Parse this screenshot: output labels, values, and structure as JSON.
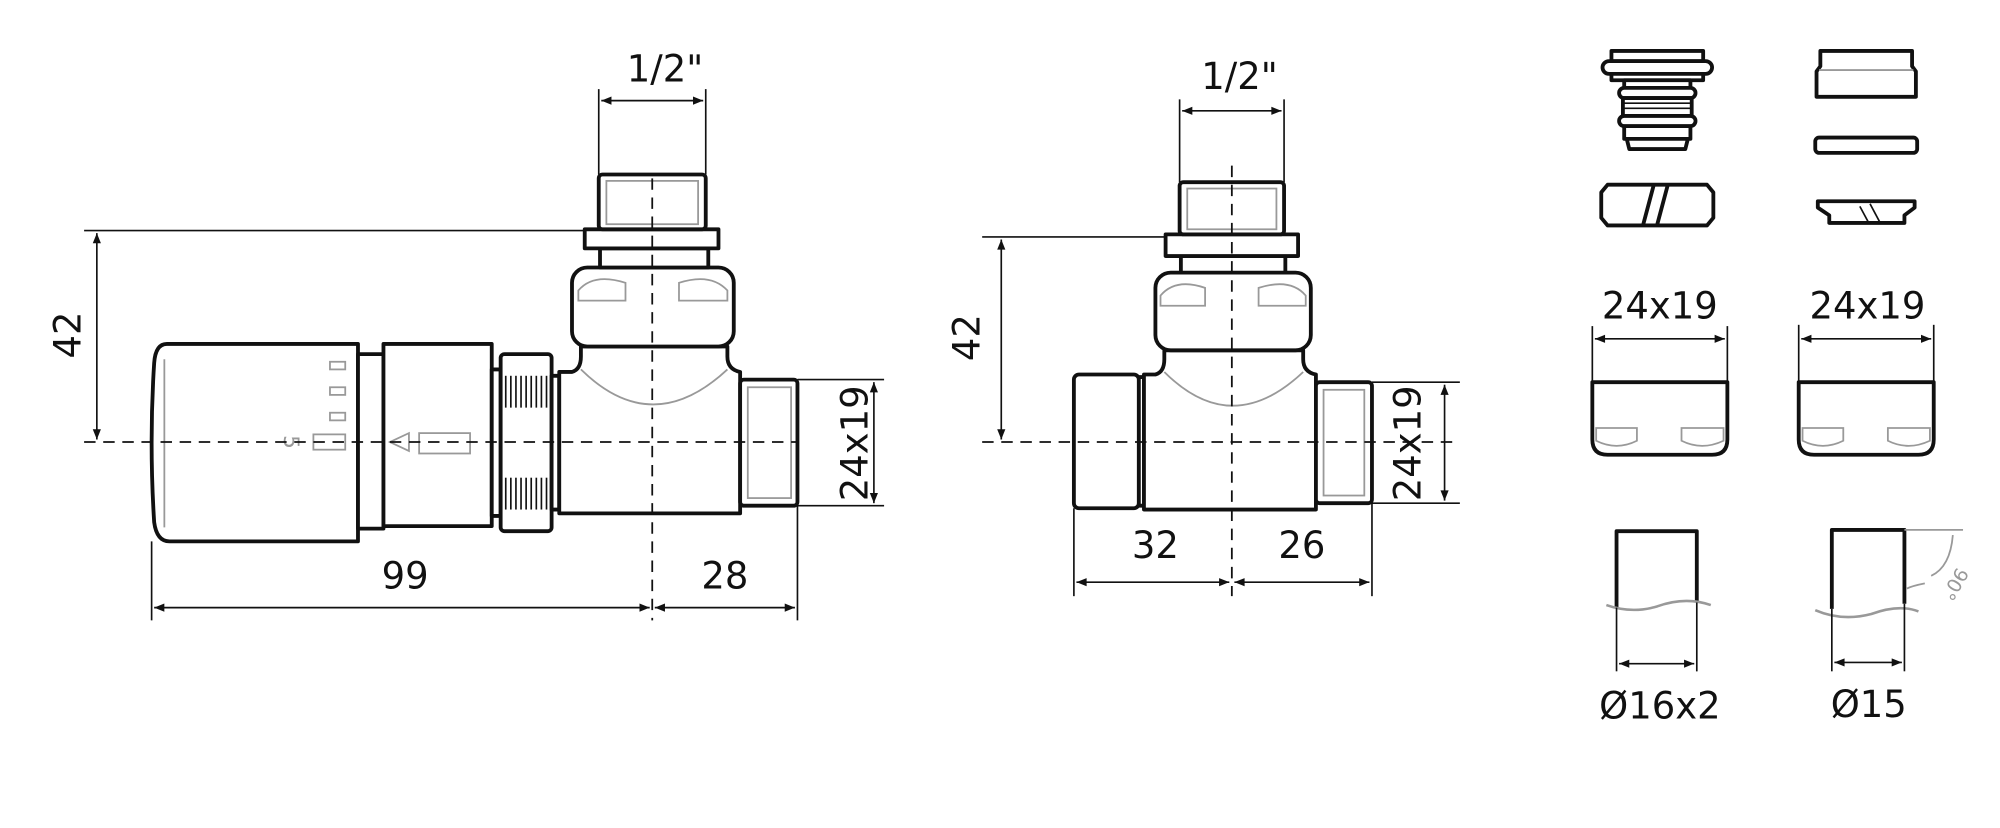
{
  "left_view": {
    "thread_label": "1/2\"",
    "height_label": "42",
    "outlet_label": "24x19",
    "length_label": "99",
    "outlet_length_label": "28",
    "dial_number": "5"
  },
  "middle_view": {
    "thread_label": "1/2\"",
    "height_label": "42",
    "outlet_label": "24x19",
    "left_length_label": "32",
    "right_length_label": "26"
  },
  "parts": {
    "cap_left_label": "24x19",
    "cap_right_label": "24x19",
    "pipe_left_label": "Ø16x2",
    "pipe_right_label": "Ø15",
    "angle_label": "90°"
  }
}
